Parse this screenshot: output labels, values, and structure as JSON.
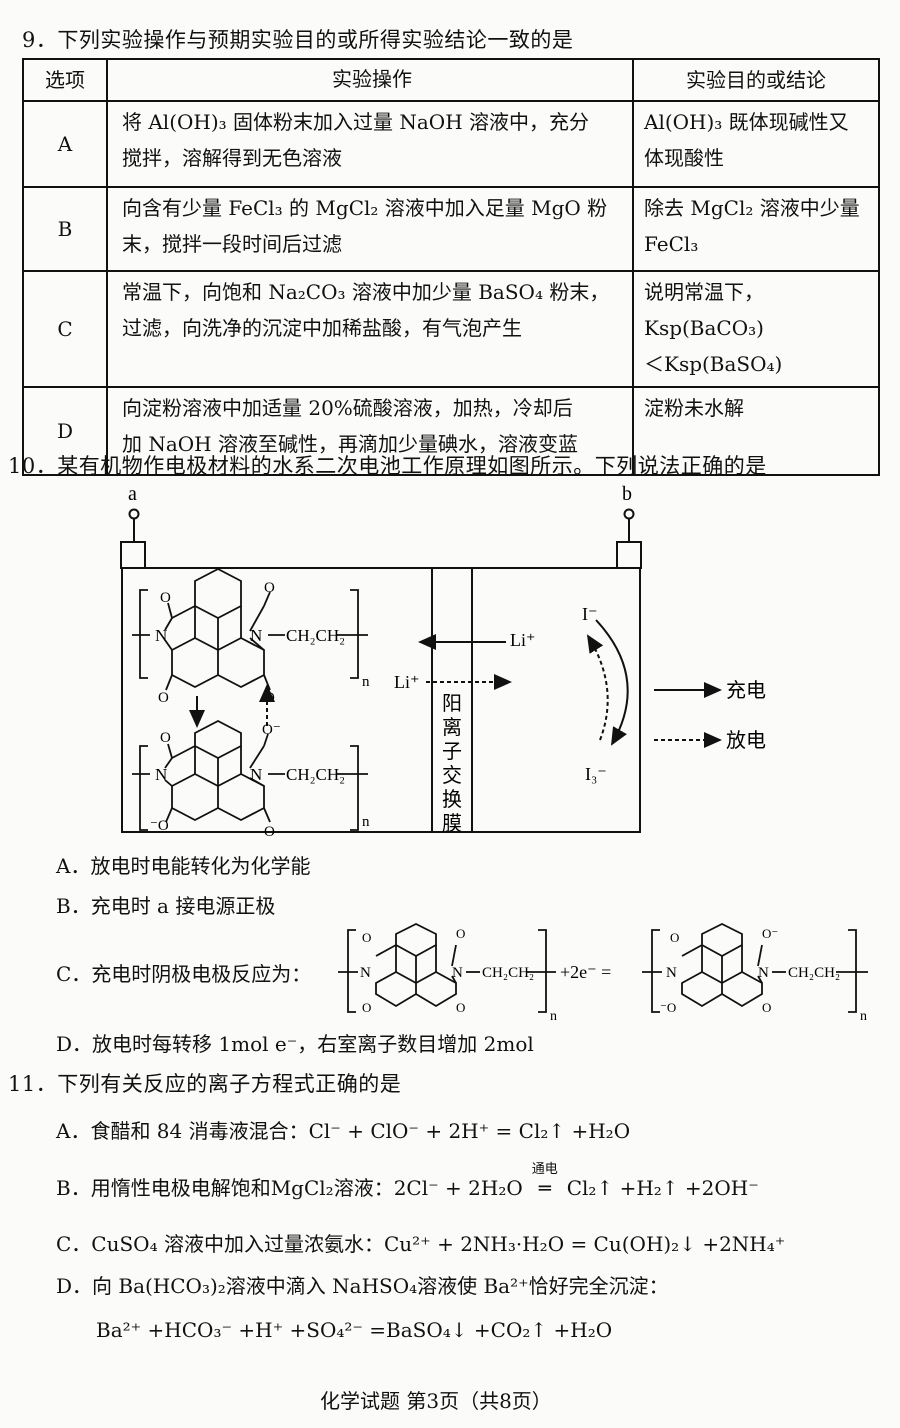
{
  "q9": {
    "title": "9．下列实验操作与预期实验目的或所得实验结论一致的是",
    "headers": [
      "选项",
      "实验操作",
      "实验目的或结论"
    ],
    "rows": [
      {
        "opt": "A",
        "op1": "将 Al(OH)₃ 固体粉末加入过量 NaOH 溶液中，充分",
        "op2": "搅拌，溶解得到无色溶液",
        "res1": "Al(OH)₃ 既体现碱性又",
        "res2": "体现酸性"
      },
      {
        "opt": "B",
        "op1": "向含有少量 FeCl₃ 的 MgCl₂ 溶液中加入足量 MgO 粉",
        "op2": "末，搅拌一段时间后过滤",
        "res1": "除去 MgCl₂ 溶液中少量",
        "res2": "FeCl₃"
      },
      {
        "opt": "C",
        "op1": "常温下，向饱和 Na₂CO₃ 溶液中加少量 BaSO₄ 粉末，",
        "op2": "过滤，向洗净的沉淀中加稀盐酸，有气泡产生",
        "res1": "说明常温下，Ksp(BaCO₃)",
        "res2": "＜Ksp(BaSO₄)"
      },
      {
        "opt": "D",
        "op1": "向淀粉溶液中加适量 20%硫酸溶液，加热，冷却后",
        "op2": "加 NaOH 溶液至碱性，再滴加少量碘水，溶液变蓝",
        "res1": "淀粉未水解",
        "res2": ""
      }
    ]
  },
  "q10": {
    "title": "10．某有机物作电极材料的水系二次电池工作原理如图所示。下列说法正确的是",
    "diagram": {
      "terminal_a": "a",
      "terminal_b": "b",
      "group_left": "N",
      "group_left_bottom": "N",
      "chain": "CH₂CH₂",
      "n": "n",
      "oxygen": "O",
      "oxygen_minus": "O⁻",
      "minus_o": "⁻O",
      "li_top": "Li⁺",
      "li_mid": "Li⁺",
      "iodide": "I⁻",
      "triiodide": "I₃⁻",
      "membrane": [
        "阳",
        "离",
        "子",
        "交",
        "换",
        "膜"
      ],
      "legend_charge": "充电",
      "legend_discharge": "放电"
    },
    "options": {
      "a": "A．放电时电能转化为化学能",
      "b": "B．充电时 a 接电源正极",
      "c_prefix": "C．充电时阴极电极反应为：",
      "c_mid": "+2e⁻ =",
      "d": "D．放电时每转移 1mol e⁻，右室离子数目增加 2mol"
    }
  },
  "q11": {
    "title": "11．下列有关反应的离子方程式正确的是",
    "a": "A．食醋和 84 消毒液混合：Cl⁻ + ClO⁻ + 2H⁺ = Cl₂↑ +H₂O",
    "b_prefix": "B．用惰性电极电解饱和MgCl₂溶液：2Cl⁻ + 2H₂O",
    "b_cond": "通电",
    "b_suffix": "Cl₂↑ +H₂↑ +2OH⁻",
    "c": "C．CuSO₄ 溶液中加入过量浓氨水：Cu²⁺ + 2NH₃·H₂O = Cu(OH)₂↓ +2NH₄⁺",
    "d1": "D．向 Ba(HCO₃)₂溶液中滴入 NaHSO₄溶液使 Ba²⁺恰好完全沉淀：",
    "d2": "Ba²⁺ +HCO₃⁻ +H⁺ +SO₄²⁻ =BaSO₄↓ +CO₂↑ +H₂O"
  },
  "footer": "化学试题 第3页（共8页）"
}
